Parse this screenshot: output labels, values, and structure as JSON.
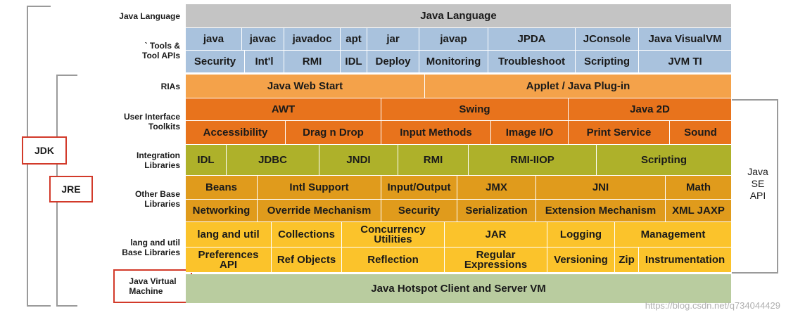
{
  "labels": {
    "lang": "Java Language",
    "tools": "` Tools &\nTool APIs",
    "ria": "RIAs",
    "ui": "User Interface\nToolkits",
    "integ": "Integration\nLibraries",
    "other": "Other Base\nLibraries",
    "lu": "lang and util\nBase Libraries",
    "jvm": "Java Virtual\nMachine"
  },
  "boxes": {
    "jdk": "JDK",
    "jre": "JRE",
    "api": "Java\nSE\nAPI"
  },
  "rows": {
    "lang": [
      "Java Language"
    ],
    "tools1": [
      "java",
      "javac",
      "javadoc",
      "apt",
      "jar",
      "javap",
      "JPDA",
      "JConsole",
      "Java VisualVM"
    ],
    "tools2": [
      "Security",
      "Int'l",
      "RMI",
      "IDL",
      "Deploy",
      "Monitoring",
      "Troubleshoot",
      "Scripting",
      "JVM TI"
    ],
    "ria": [
      "Java Web Start",
      "Applet / Java Plug-in"
    ],
    "ui1": [
      "AWT",
      "Swing",
      "Java 2D"
    ],
    "ui2": [
      "Accessibility",
      "Drag n Drop",
      "Input Methods",
      "Image I/O",
      "Print Service",
      "Sound"
    ],
    "integ": [
      "IDL",
      "JDBC",
      "JNDI",
      "RMI",
      "RMI-IIOP",
      "Scripting"
    ],
    "other1": [
      "Beans",
      "Intl Support",
      "Input/Output",
      "JMX",
      "JNI",
      "Math"
    ],
    "other2": [
      "Networking",
      "Override Mechanism",
      "Security",
      "Serialization",
      "Extension Mechanism",
      "XML JAXP"
    ],
    "lu1": [
      "lang and util",
      "Collections",
      "Concurrency\nUtilities",
      "JAR",
      "Logging",
      "Management"
    ],
    "lu2": [
      "Preferences\nAPI",
      "Ref Objects",
      "Reflection",
      "Regular\nExpressions",
      "Versioning",
      "Zip",
      "Instrumentation"
    ],
    "jvm": [
      "Java Hotspot Client and Server VM"
    ]
  },
  "watermark": "https://blog.csdn.net/q734044429"
}
